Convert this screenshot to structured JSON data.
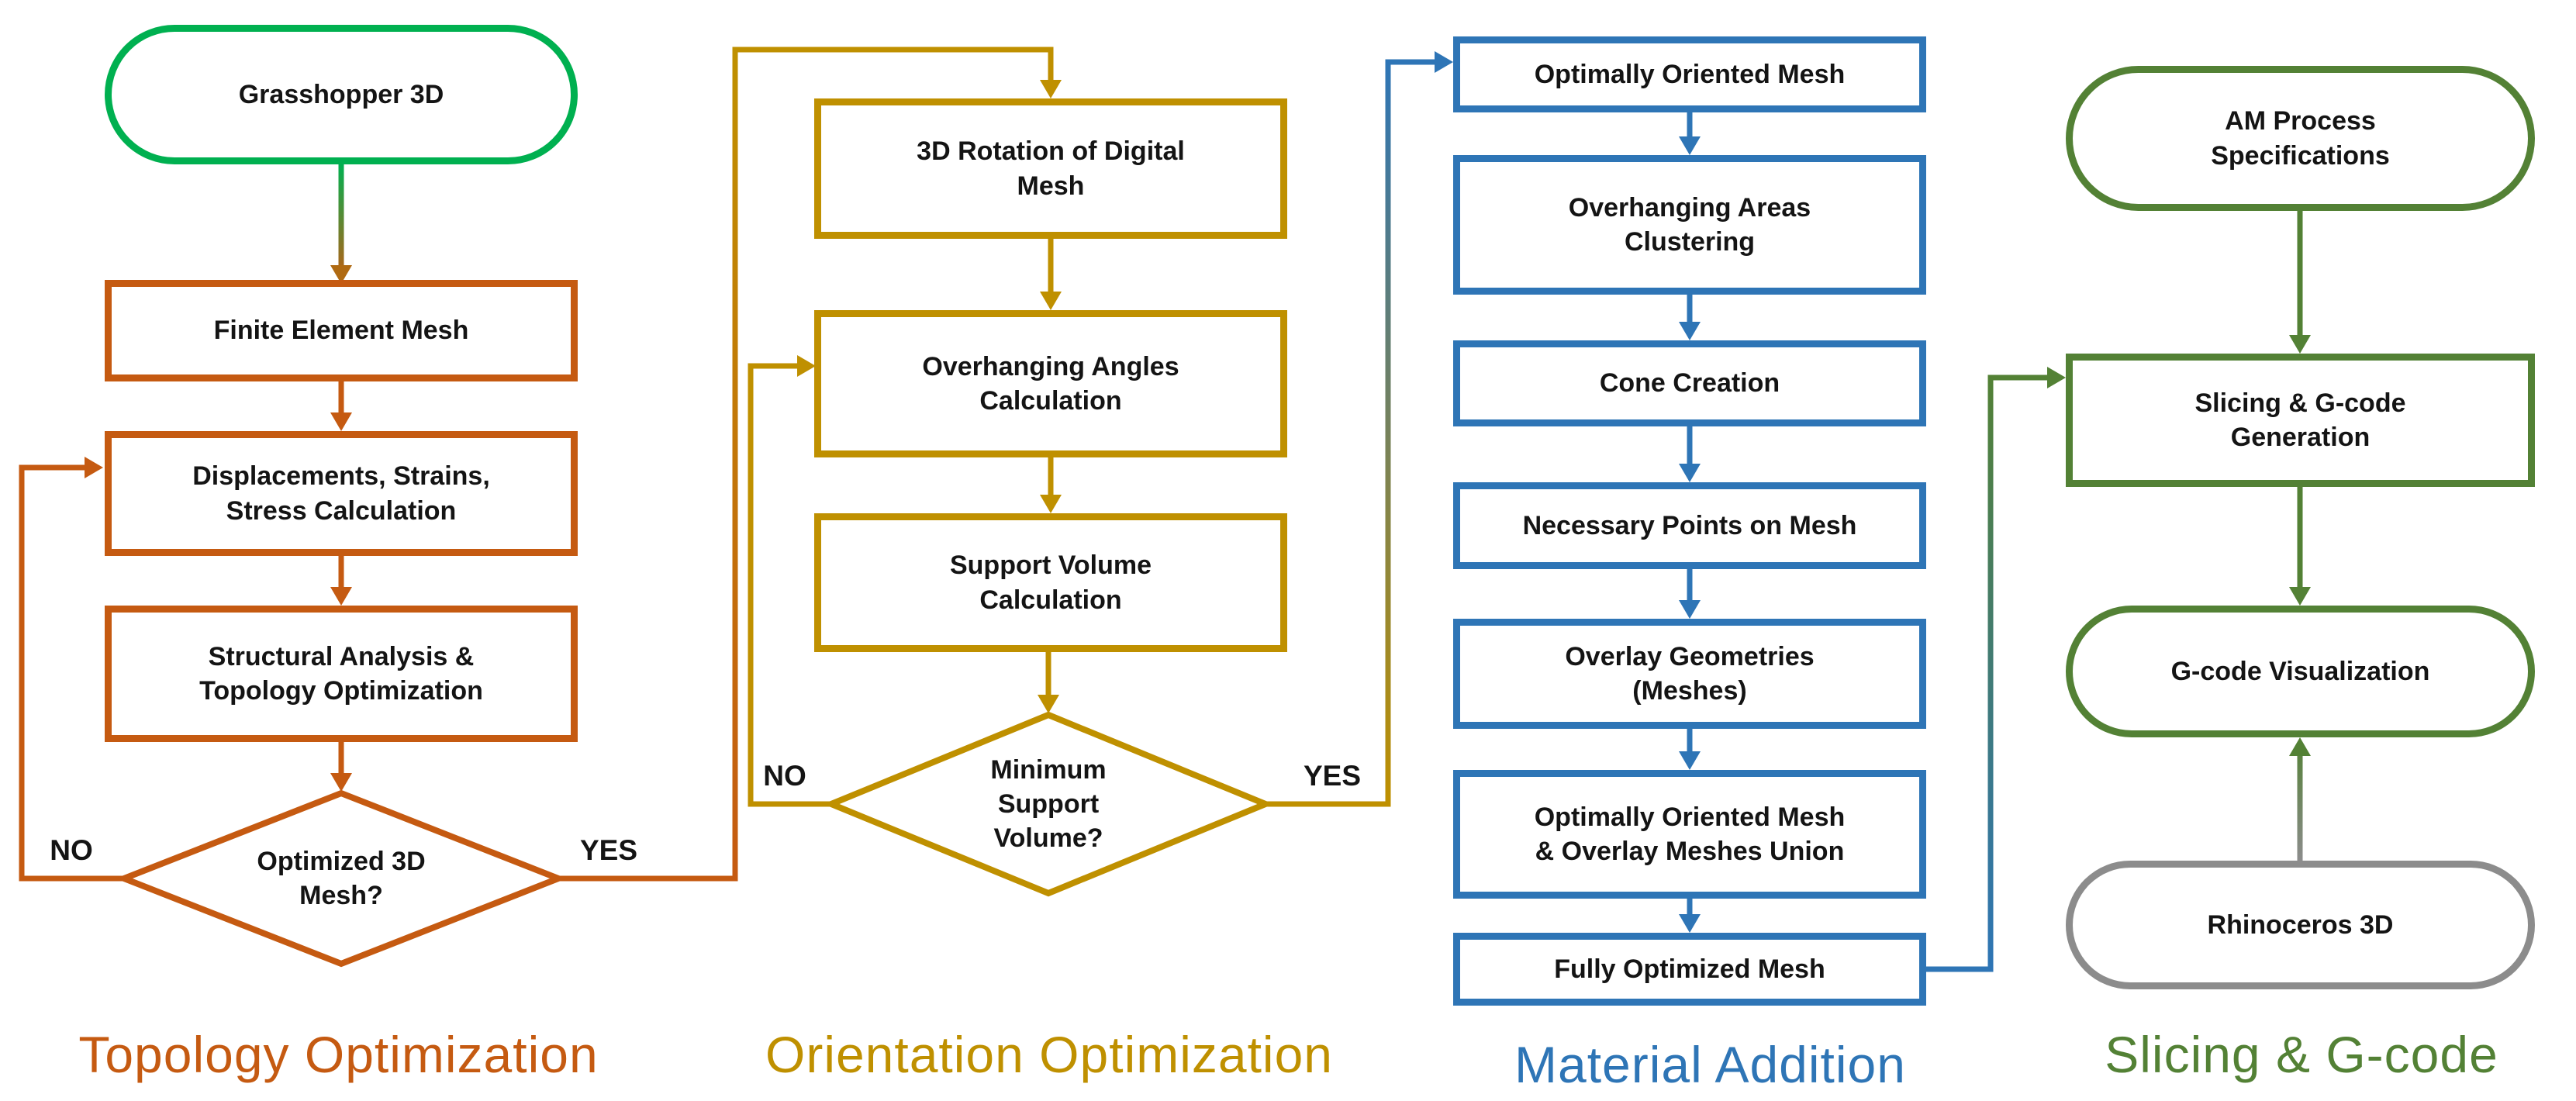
{
  "flowchart": {
    "colors": {
      "start_green": "#00B050",
      "topology_orange": "#C55A11",
      "orientation_gold": "#BF9000",
      "material_blue": "#2E75B6",
      "slicing_green": "#538135",
      "rhino_gray": "#8C8C8C",
      "text": "#141414",
      "background": "#FFFFFF"
    },
    "sections": [
      {
        "id": "topology",
        "label": "Topology Optimization",
        "color": "#C55A11"
      },
      {
        "id": "orientation",
        "label": "Orientation Optimization",
        "color": "#BF9000"
      },
      {
        "id": "material",
        "label": "Material Addition",
        "color": "#2E75B6"
      },
      {
        "id": "slicing",
        "label": "Slicing & G-code",
        "color": "#538135"
      }
    ],
    "nodes": {
      "grasshopper": {
        "label": "Grasshopper 3D",
        "type": "terminator"
      },
      "finite_element_mesh": {
        "label": "Finite Element Mesh",
        "type": "process"
      },
      "displacements": {
        "label": "Displacements, Strains,\nStress Calculation",
        "type": "process"
      },
      "structural": {
        "label": "Structural Analysis &\nTopology Optimization",
        "type": "process"
      },
      "optimized_mesh_q": {
        "label": "Optimized 3D\nMesh?",
        "type": "decision",
        "yes": "YES",
        "no": "NO"
      },
      "rotation": {
        "label": "3D Rotation of Digital\nMesh",
        "type": "process"
      },
      "overhanging_angles": {
        "label": "Overhanging Angles\nCalculation",
        "type": "process"
      },
      "support_volume": {
        "label": "Support Volume\nCalculation",
        "type": "process"
      },
      "min_support_q": {
        "label": "Minimum\nSupport\nVolume?",
        "type": "decision",
        "yes": "YES",
        "no": "NO"
      },
      "optimally_oriented": {
        "label": "Optimally Oriented Mesh",
        "type": "process"
      },
      "overhanging_areas": {
        "label": "Overhanging Areas\nClustering",
        "type": "process"
      },
      "cone_creation": {
        "label": "Cone Creation",
        "type": "process"
      },
      "necessary_points": {
        "label": "Necessary Points on Mesh",
        "type": "process"
      },
      "overlay_geometries": {
        "label": "Overlay Geometries\n(Meshes)",
        "type": "process"
      },
      "meshes_union": {
        "label": "Optimally Oriented Mesh\n& Overlay Meshes Union",
        "type": "process"
      },
      "fully_optimized": {
        "label": "Fully Optimized Mesh",
        "type": "process"
      },
      "am_process": {
        "label": "AM Process\nSpecifications",
        "type": "terminator"
      },
      "slicing_generation": {
        "label": "Slicing & G-code\nGeneration",
        "type": "process"
      },
      "gcode_visualization": {
        "label": "G-code Visualization",
        "type": "terminator"
      },
      "rhinoceros": {
        "label": "Rhinoceros 3D",
        "type": "terminator"
      }
    }
  }
}
